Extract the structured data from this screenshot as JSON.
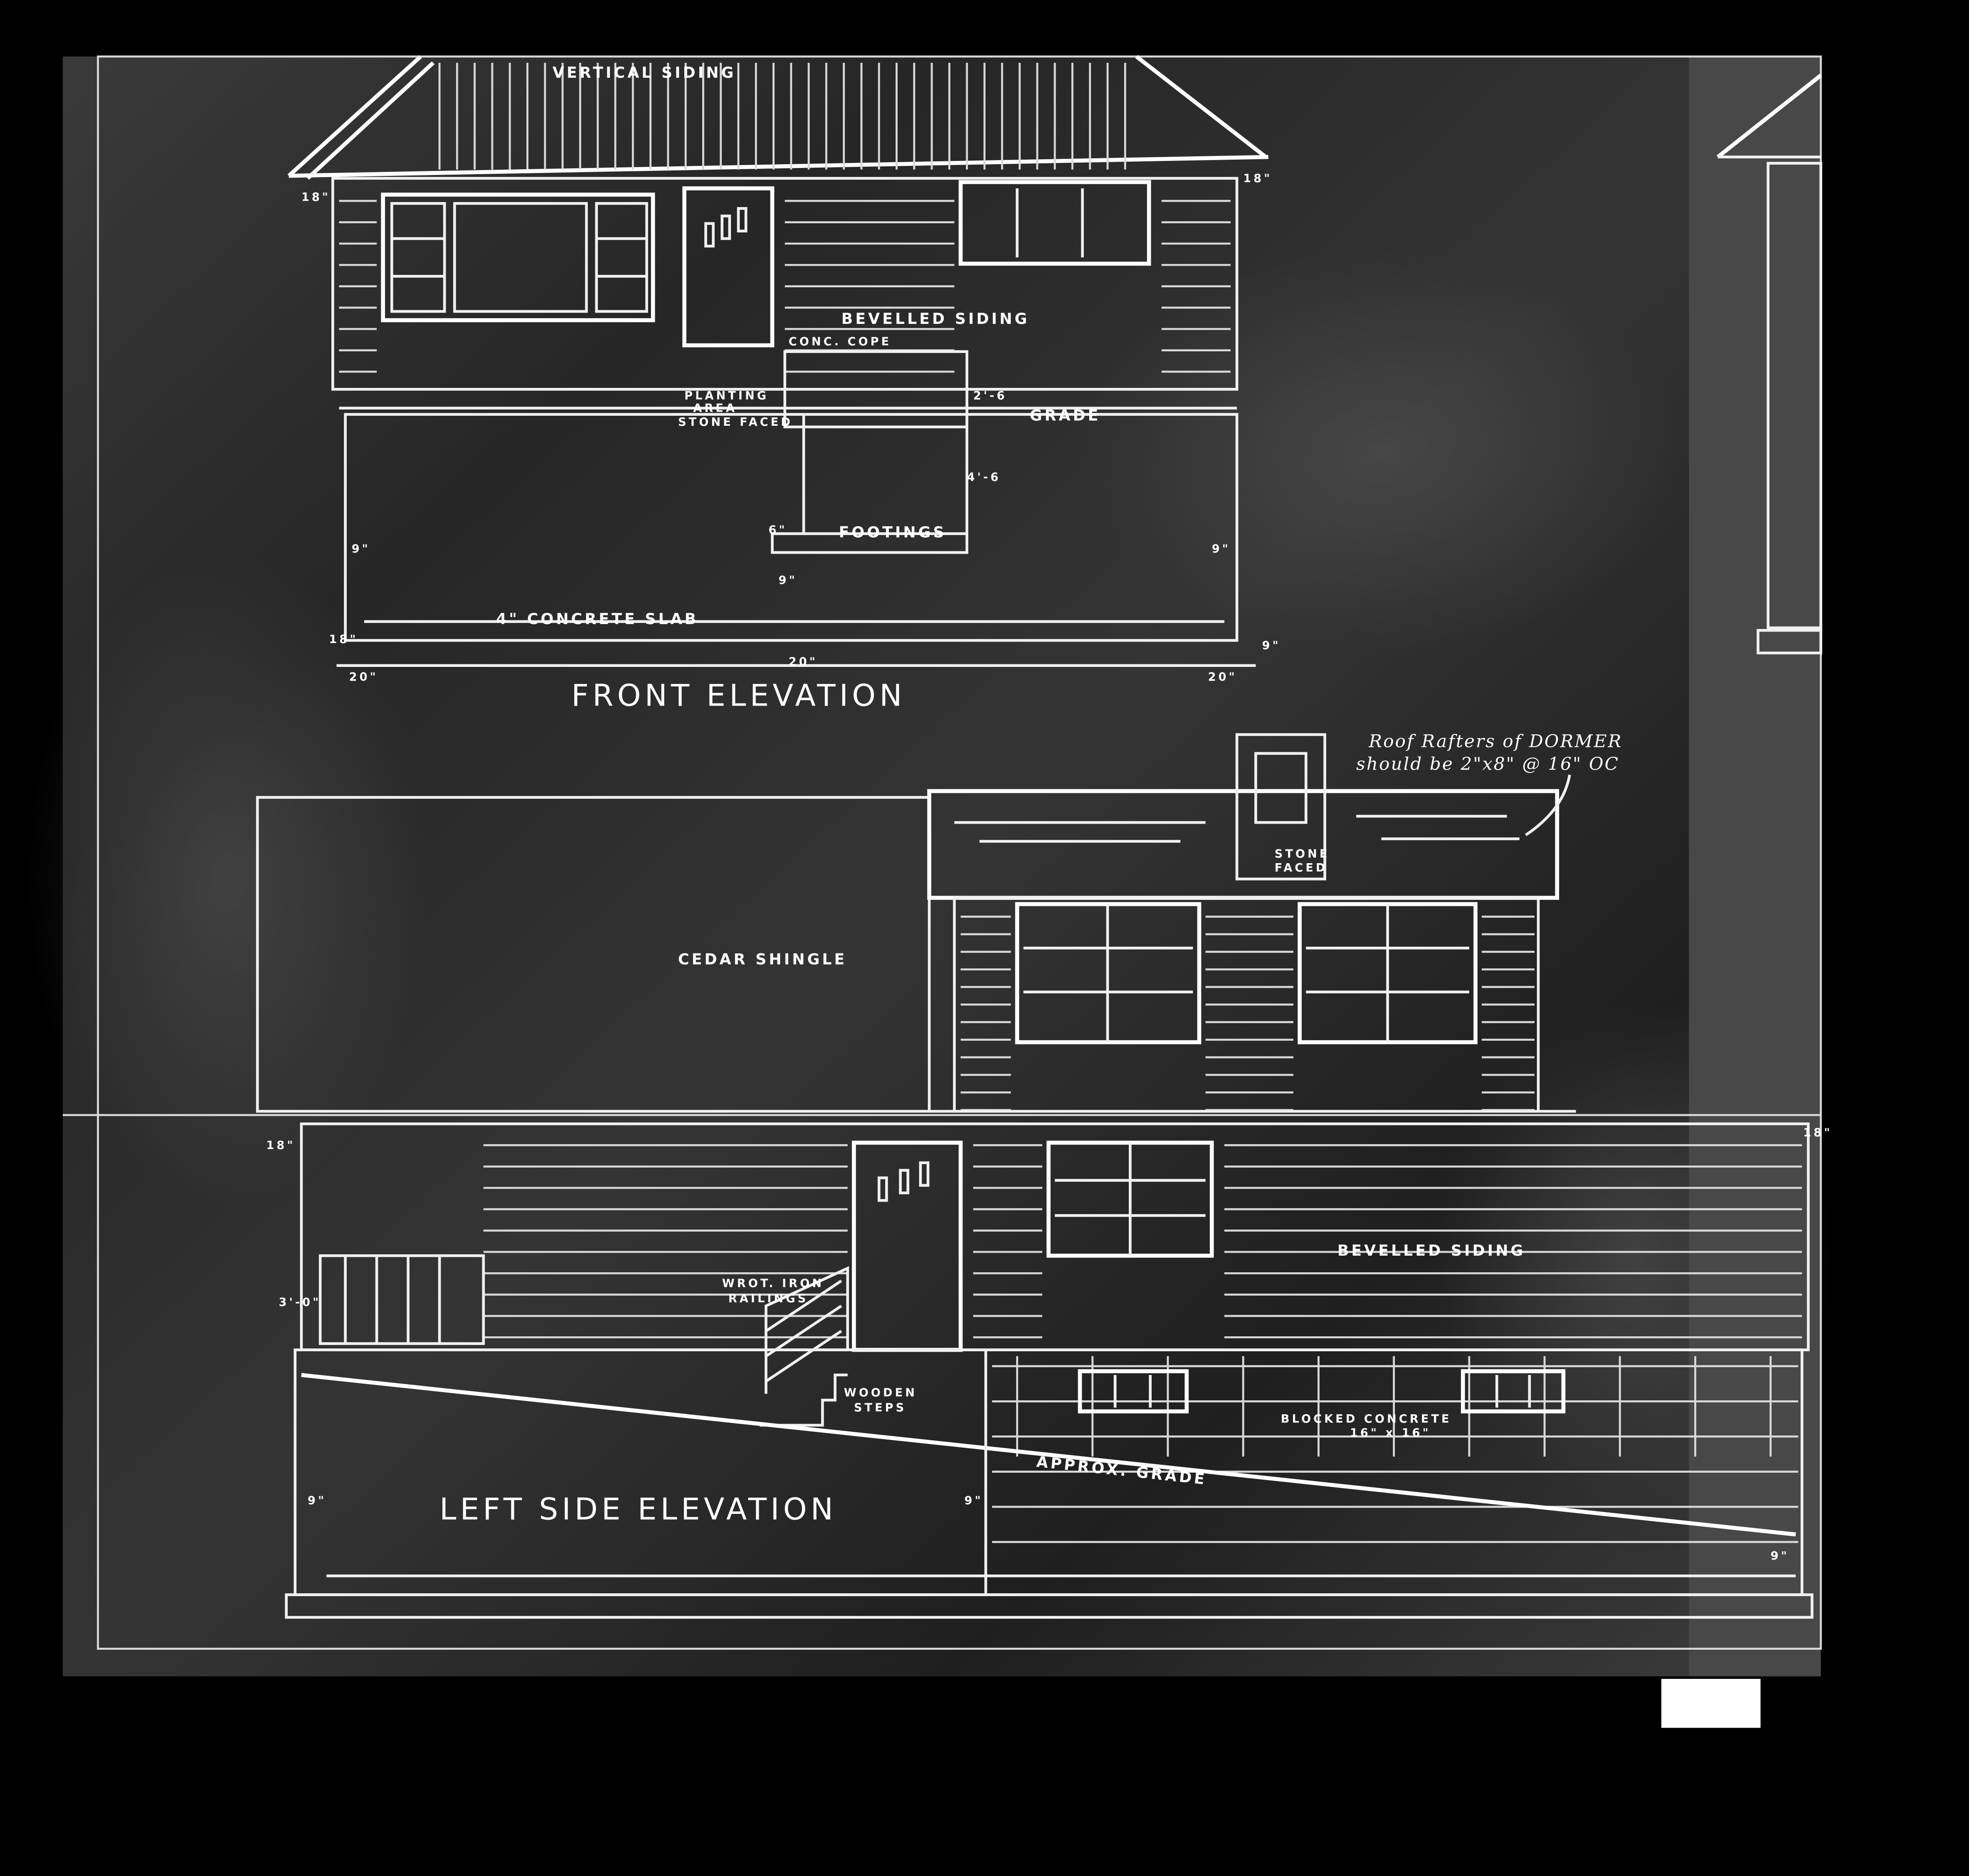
{
  "front_elevation": {
    "title": "FRONT ELEVATION",
    "labels": {
      "vertical_siding": "VERTICAL SIDING",
      "bevelled_siding": "BEVELLED SIDING",
      "conc_cope": "CONC. COPE",
      "planting_1": "PLANTING",
      "planting_2": "AREA",
      "planting_3": "STONE FACED",
      "grade": "GRADE",
      "footings": "FOOTINGS",
      "slab": "4\" CONCRETE SLAB"
    },
    "dimensions": {
      "eave_left": "18\"",
      "eave_right": "18\"",
      "planter_height": "2'-6",
      "wall_below_grade": "4'-6",
      "footing_6": "6\"",
      "footing_9": "9\"",
      "wall_left": "9\"",
      "wall_right": "9\"",
      "slab_left": "18\"",
      "slab_right": "9\"",
      "footing_w_left": "20\"",
      "footing_w_mid": "20\"",
      "footing_w_right": "20\""
    }
  },
  "dormer_note": {
    "line1": "Roof Rafters of DORMER",
    "line2": "should be 2\"x8\" @ 16\" OC"
  },
  "left_side_elevation": {
    "title": "LEFT SIDE ELEVATION",
    "labels": {
      "stone_faced_1": "STONE",
      "stone_faced_2": "FACED",
      "cedar_shingle": "CEDAR SHINGLE",
      "bevelled_siding": "BEVELLED SIDING",
      "railing_1": "WROT. IRON",
      "railing_2": "RAILINGS",
      "wooden_steps_1": "WOODEN",
      "wooden_steps_2": "STEPS",
      "blocked_concrete_1": "BLOCKED CONCRETE",
      "blocked_concrete_2": "16\" x 16\"",
      "approx_grade": "APPROX. GRADE"
    },
    "dimensions": {
      "eave_left": "18\"",
      "eave_right": "18\"",
      "porch_height": "3'-0\"",
      "wall_left": "9\"",
      "wall_mid": "9\"",
      "wall_right": "9\""
    }
  }
}
